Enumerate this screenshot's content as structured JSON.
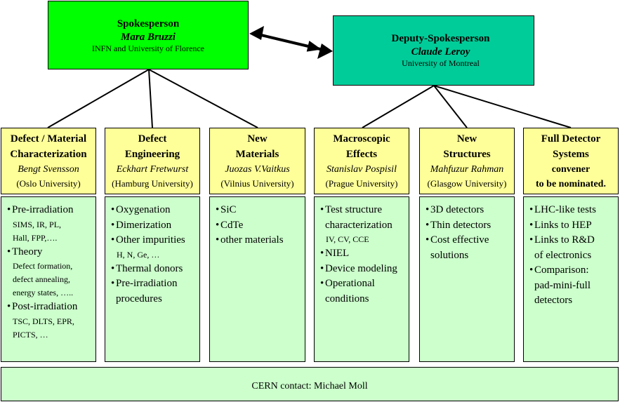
{
  "leadership": {
    "spokesperson": {
      "role": "Spokesperson",
      "name": "Mara Bruzzi",
      "affiliation": "INFN and University of Florence",
      "color": "#00ff00"
    },
    "deputy": {
      "role": "Deputy-Spokesperson",
      "name": "Claude Leroy",
      "affiliation": "University of Montreal",
      "color": "#00cc99"
    }
  },
  "groups": [
    {
      "title": [
        "Defect / Material",
        "Characterization"
      ],
      "convener": "Bengt Svensson",
      "affiliation": "(Oslo University)",
      "items": [
        {
          "label": "Pre-irradiation",
          "sub": [
            "SIMS, IR, PL,",
            "Hall, FPP,…."
          ]
        },
        {
          "label": "Theory",
          "sub": [
            "Defect formation,",
            "defect annealing,",
            "energy states, ….."
          ]
        },
        {
          "label": "Post-irradiation",
          "sub": [
            "TSC, DLTS, EPR,",
            "PICTS, …"
          ]
        }
      ]
    },
    {
      "title": [
        "Defect",
        "Engineering"
      ],
      "convener": "Eckhart Fretwurst",
      "affiliation": "(Hamburg University)",
      "items": [
        {
          "label": "Oxygenation"
        },
        {
          "label": "Dimerization"
        },
        {
          "label": "Other impurities",
          "sub": [
            "H, N, Ge, …"
          ]
        },
        {
          "label": "Thermal donors"
        },
        {
          "label": "Pre-irradiation",
          "cont": "procedures"
        }
      ]
    },
    {
      "title": [
        "New",
        "Materials"
      ],
      "convener": "Juozas V.Vaitkus",
      "affiliation": "(Vilnius University)",
      "items": [
        {
          "label": "SiC"
        },
        {
          "label": "CdTe"
        },
        {
          "label": "other materials"
        }
      ]
    },
    {
      "title": [
        "Macroscopic",
        "Effects"
      ],
      "convener": "Stanislav Pospisil",
      "affiliation": "(Prague University)",
      "items": [
        {
          "label": "Test structure",
          "cont": "characterization",
          "sub": [
            "IV, CV, CCE"
          ]
        },
        {
          "label": "NIEL"
        },
        {
          "label": "Device modeling"
        },
        {
          "label": "Operational",
          "cont": "conditions"
        }
      ]
    },
    {
      "title": [
        "New",
        "Structures"
      ],
      "convener": "Mahfuzur Rahman",
      "affiliation": "(Glasgow University)",
      "items": [
        {
          "label": "3D detectors"
        },
        {
          "label": "Thin detectors"
        },
        {
          "label": "Cost effective",
          "cont": "solutions"
        }
      ]
    },
    {
      "title": [
        "Full Detector",
        "Systems"
      ],
      "convener_note": [
        "convener",
        "to be nominated."
      ],
      "items": [
        {
          "label": "LHC-like tests"
        },
        {
          "label": "Links to HEP"
        },
        {
          "label": "Links to R&D",
          "cont": "of electronics"
        },
        {
          "label": "Comparison:",
          "cont2": [
            "pad-mini-full",
            "detectors"
          ]
        }
      ]
    }
  ],
  "footer": {
    "text": "CERN contact: Michael Moll"
  },
  "colors": {
    "header_fill": "#ffff99",
    "body_fill": "#ccffcc"
  },
  "bullet": "•"
}
